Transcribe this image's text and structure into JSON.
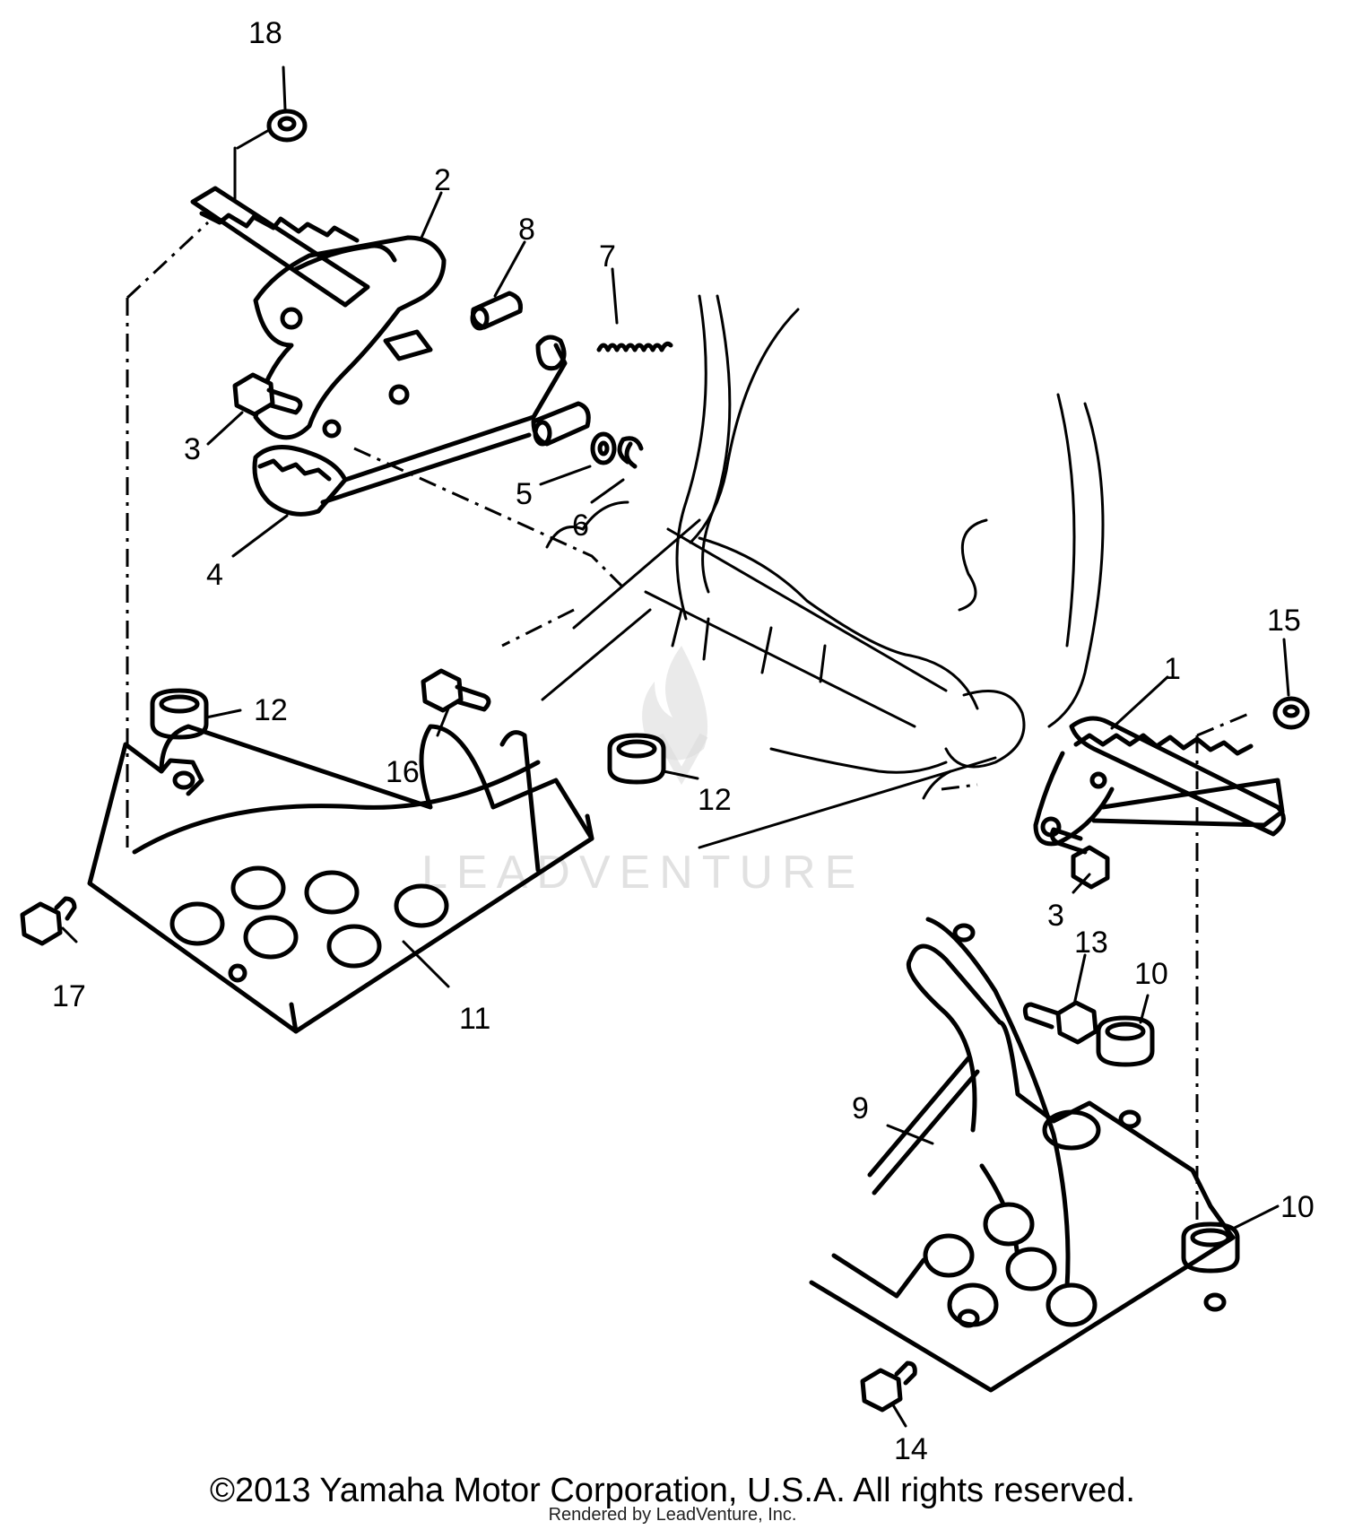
{
  "diagram": {
    "callouts": [
      {
        "key": "c18",
        "text": "18"
      },
      {
        "key": "c2",
        "text": "2"
      },
      {
        "key": "c8",
        "text": "8"
      },
      {
        "key": "c7",
        "text": "7"
      },
      {
        "key": "c3a",
        "text": "3"
      },
      {
        "key": "c5",
        "text": "5"
      },
      {
        "key": "c6",
        "text": "6"
      },
      {
        "key": "c4",
        "text": "4"
      },
      {
        "key": "c12a",
        "text": "12"
      },
      {
        "key": "c16",
        "text": "16"
      },
      {
        "key": "c12b",
        "text": "12"
      },
      {
        "key": "c15",
        "text": "15"
      },
      {
        "key": "c1",
        "text": "1"
      },
      {
        "key": "c3b",
        "text": "3"
      },
      {
        "key": "c17",
        "text": "17"
      },
      {
        "key": "c11",
        "text": "11"
      },
      {
        "key": "c13",
        "text": "13"
      },
      {
        "key": "c10a",
        "text": "10"
      },
      {
        "key": "c9",
        "text": "9"
      },
      {
        "key": "c10b",
        "text": "10"
      },
      {
        "key": "c14",
        "text": "14"
      }
    ],
    "watermark": "LEADVENTURE"
  },
  "footer": {
    "copyright": "©2013 Yamaha Motor Corporation, U.S.A. All rights reserved.",
    "rendered_by": "Rendered by LeadVenture, Inc."
  }
}
